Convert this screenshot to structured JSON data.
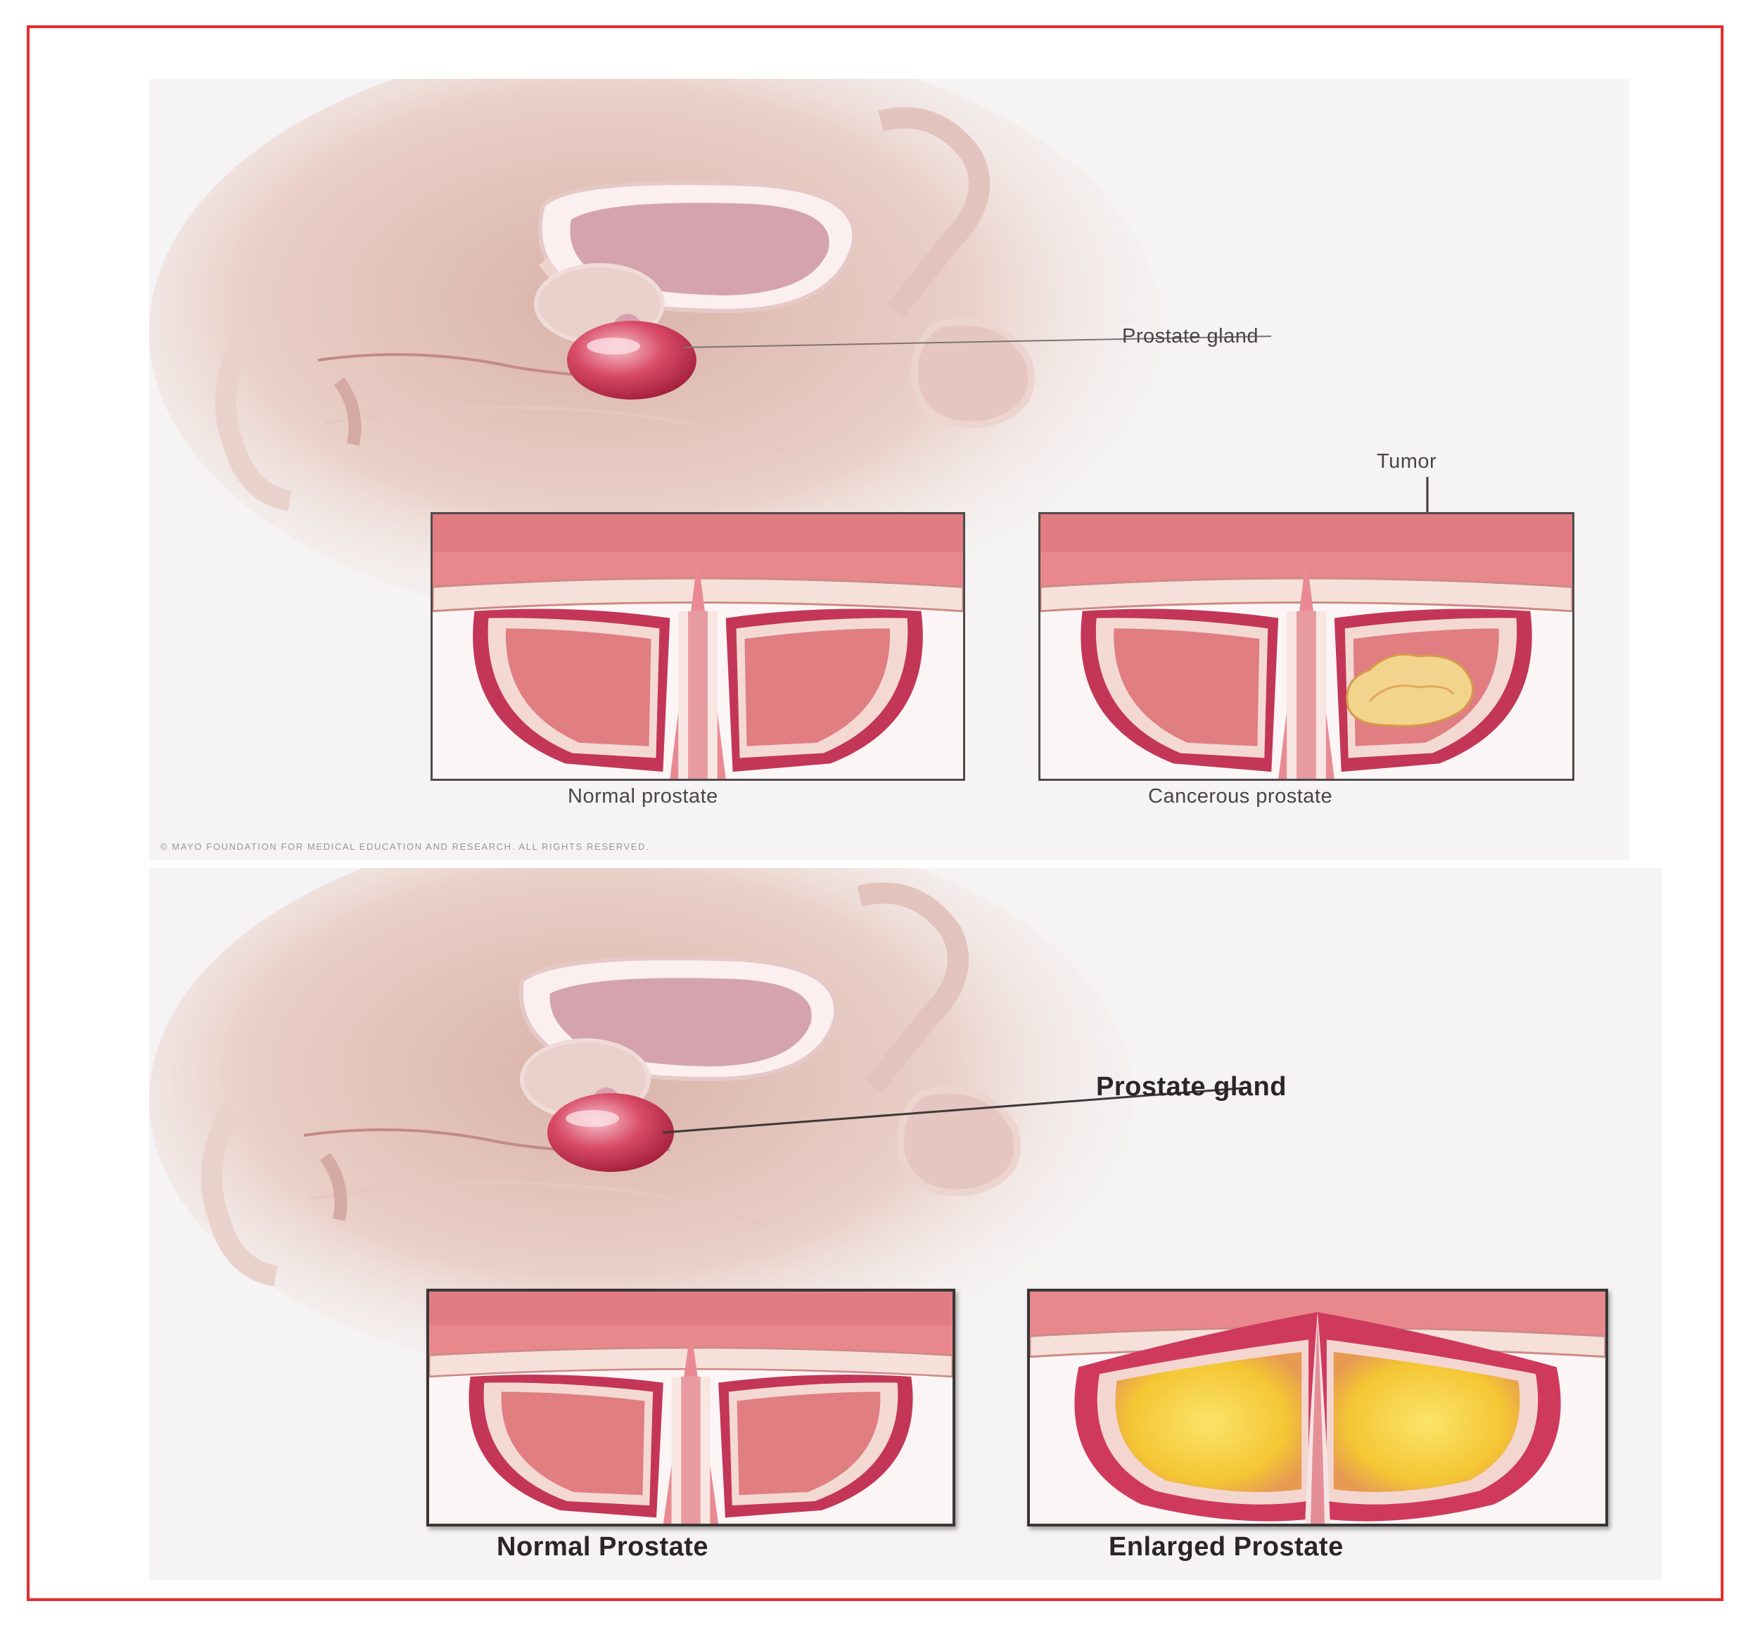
{
  "top_panel": {
    "callout_prostate": "Prostate gland",
    "callout_tumor": "Tumor",
    "caption_left": "Normal prostate",
    "caption_right": "Cancerous prostate",
    "copyright": "© MAYO FOUNDATION FOR MEDICAL EDUCATION AND RESEARCH. ALL RIGHTS RESERVED."
  },
  "bottom_panel": {
    "callout_prostate": "Prostate gland",
    "caption_left": "Normal Prostate",
    "caption_right": "Enlarged Prostate"
  },
  "colors": {
    "frame": "#e52d2d",
    "skin": "#efd6cf",
    "bladder": "#d9a7b1",
    "prostate": "#c8304f",
    "tissue": "#e9848a",
    "tumor": "#f2d58a",
    "enlarged": "#f7cf3a"
  }
}
